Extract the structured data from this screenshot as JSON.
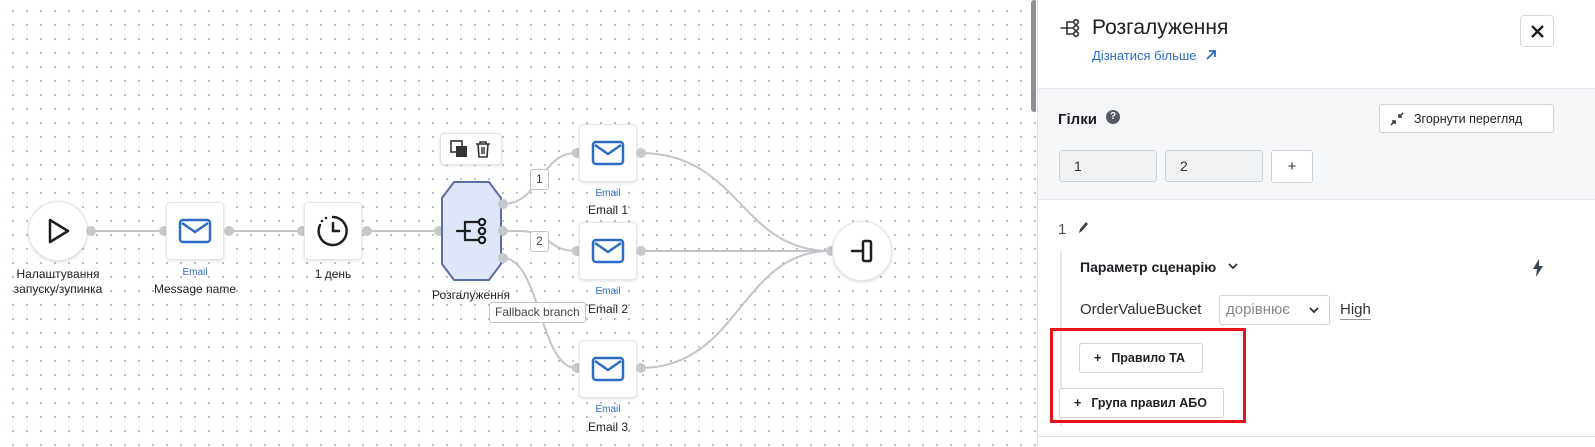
{
  "canvas": {
    "nodes": {
      "start": {
        "label": "Налаштування запуску/зупинка"
      },
      "message": {
        "type": "Email",
        "label": "Message name"
      },
      "delay": {
        "label": "1 день"
      },
      "split": {
        "label": "Розгалуження"
      },
      "email1": {
        "type": "Email",
        "label": "Email 1"
      },
      "email2": {
        "type": "Email",
        "label": "Email 2"
      },
      "email3": {
        "type": "Email",
        "label": "Email 3"
      }
    },
    "branch_tags": [
      "1",
      "2",
      "Fallback branch"
    ]
  },
  "panel": {
    "title": "Розгалуження",
    "learn_more": "Дізнатися більше",
    "branches_title": "Гілки",
    "collapse_label": "Згорнути перегляд",
    "branch_tabs": [
      "1",
      "2"
    ],
    "add_branch": "+",
    "current_branch": "1",
    "rule": {
      "parameter_label": "Параметр сценарію",
      "field": "OrderValueBucket",
      "operator": "дорівнює",
      "value": "High"
    },
    "add_and_rule": "Правило ТА",
    "add_or_group": "Група правил АБО"
  },
  "colors": {
    "accent": "#2b6cc4",
    "highlight": "#e8121c",
    "split_fill": "#dfe6f7"
  }
}
